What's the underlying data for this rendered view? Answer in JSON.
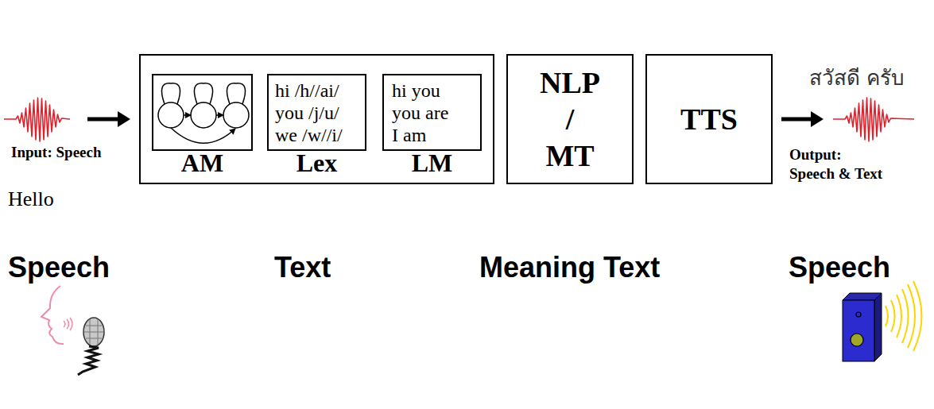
{
  "diagram": {
    "nodes": [
      {
        "text": []
      },
      {
        "text": [
          "AM"
        ],
        "in": 0
      },
      {
        "text": [
          "hi /h//ai/",
          "you /j/u/",
          "we /w//i/",
          "Lex"
        ],
        "in": 0
      },
      {
        "text": [
          "hi you",
          "you are",
          "I am",
          "LM"
        ],
        "in": 0
      },
      {
        "text": [
          "NLP / MT"
        ]
      },
      {
        "text": [
          "TTS"
        ]
      }
    ],
    "labels": [
      "Input: Speech",
      "Hello",
      "สวัสดี ครับ",
      "Output: Speech & Text",
      "Speech",
      "Text",
      "Meaning Text",
      "Speech"
    ]
  }
}
